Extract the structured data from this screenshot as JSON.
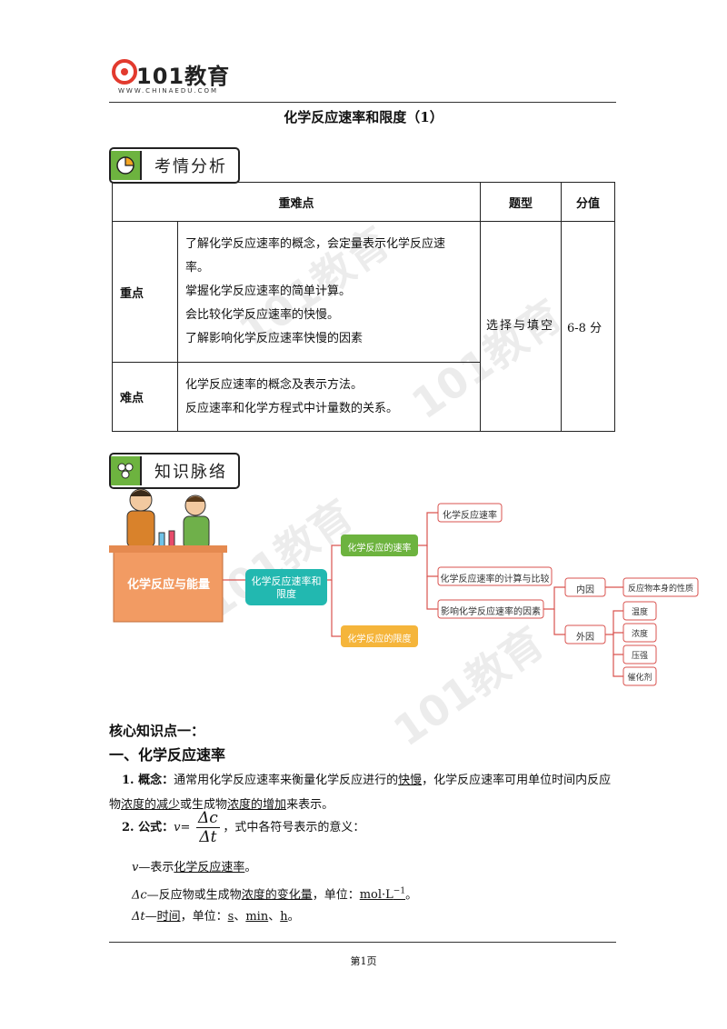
{
  "header": {
    "logo_text": "101教育",
    "logo_url": "WWW.CHINAEDU.COM",
    "doc_title": "化学反应速率和限度（1）"
  },
  "section1": {
    "title": "考情分析",
    "icon": "pie-chart-icon"
  },
  "table": {
    "headers": [
      "重难点",
      "题型",
      "分值"
    ],
    "rows": [
      {
        "category": "重点",
        "lines": [
          "了解化学反应速率的概念，会定量表示化学反应速",
          "率。",
          "掌握化学反应速率的简单计算。",
          "会比较化学反应速率的快慢。",
          "了解影响化学反应速率快慢的因素"
        ]
      },
      {
        "category": "难点",
        "lines": [
          "化学反应速率的概念及表示方法。",
          "反应速率和化学方程式中计量数的关系。"
        ]
      }
    ],
    "type": "选择与填空",
    "score": "6-8 分"
  },
  "section2": {
    "title": "知识脉络",
    "icon": "network-icon"
  },
  "mindmap": {
    "desk_label": "化学反应与能量",
    "root": "化学反应速率和限度",
    "branch1": "化学反应的速率",
    "branch2": "化学反应的限度",
    "sub1": "化学反应速率",
    "sub2": "化学反应速率的计算与比较",
    "sub3": "影响化学反应速率的因素",
    "inner": "内因",
    "inner_leaf": "反应物本身的性质",
    "outer": "外因",
    "outer_leaves": [
      "温度",
      "浓度",
      "压强",
      "催化剂"
    ]
  },
  "body": {
    "core_heading": "核心知识点一：",
    "section_heading": "一、化学反应速率",
    "p1_label": "1. 概念：",
    "p1_text_a": "通常用化学反应速率来衡量化学反应进行的",
    "p1_u1": "快慢",
    "p1_text_b": "，化学反应速率可用单位时间内反应物",
    "p1_u2": "浓度的减少",
    "p1_text_c": "或生成物",
    "p1_u3": "浓度的增加",
    "p1_text_d": "来表示。",
    "p2_label": "2. 公式：",
    "p2_v": "v=",
    "frac_num": "Δc",
    "frac_den": "Δt",
    "p2_text": "，式中各符号表示的意义：",
    "p3_sym": "v",
    "p3_text": "—表示",
    "p3_u": "化学反应速率",
    "p3_end": "。",
    "p4_sym": "Δc",
    "p4_text": "—反应物或生成物",
    "p4_u": "浓度的变化量",
    "p4_unit_label": "，单位：",
    "p4_unit": "mol·L",
    "p4_sup": "−1",
    "p4_end": "。",
    "p5_sym": "Δt",
    "p5_text": "—",
    "p5_u": "时间",
    "p5_unit_label": "，单位：",
    "p5_u1": "s",
    "p5_sep1": "、",
    "p5_u2": "min",
    "p5_sep2": "、",
    "p5_u3": "h",
    "p5_end": "。"
  },
  "footer": {
    "page": "第1页"
  },
  "colors": {
    "green": "#6db33f",
    "teal": "#22b8b0",
    "orange": "#f5b53b",
    "line": "#d9534f"
  }
}
